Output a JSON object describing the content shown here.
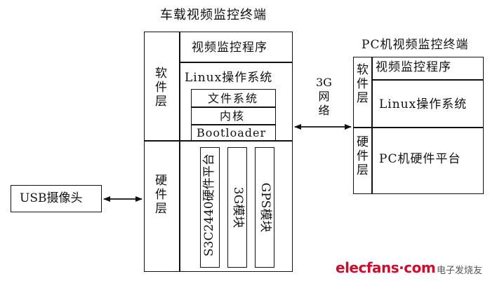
{
  "vehicle_terminal": {
    "title": "车载视频监控终端",
    "software_layer": [
      "软",
      "件",
      "层"
    ],
    "hardware_layer": [
      "硬",
      "件",
      "层"
    ],
    "video_program": "视频监控程序",
    "linux_os": "Linux操作系统",
    "file_system": "文件系统",
    "kernel": "内核",
    "bootloader": "Bootloader",
    "modules": [
      "S3C2440硬件平台",
      "3G模块",
      "GPS模块"
    ]
  },
  "network": [
    "3G",
    "网",
    "络"
  ],
  "usb_camera": "USB摄像头",
  "pc_terminal": {
    "title": "PC机视频监控终端",
    "software_layer": [
      "软",
      "件",
      "层"
    ],
    "hardware_layer": [
      "硬",
      "件",
      "层"
    ],
    "video_program": "视频监控程序",
    "linux_os": "Linux操作系统",
    "hardware_platform": "PC机硬件平台"
  },
  "watermark": {
    "logo": "elecfans·com",
    "tagline": "电子发烧友"
  }
}
